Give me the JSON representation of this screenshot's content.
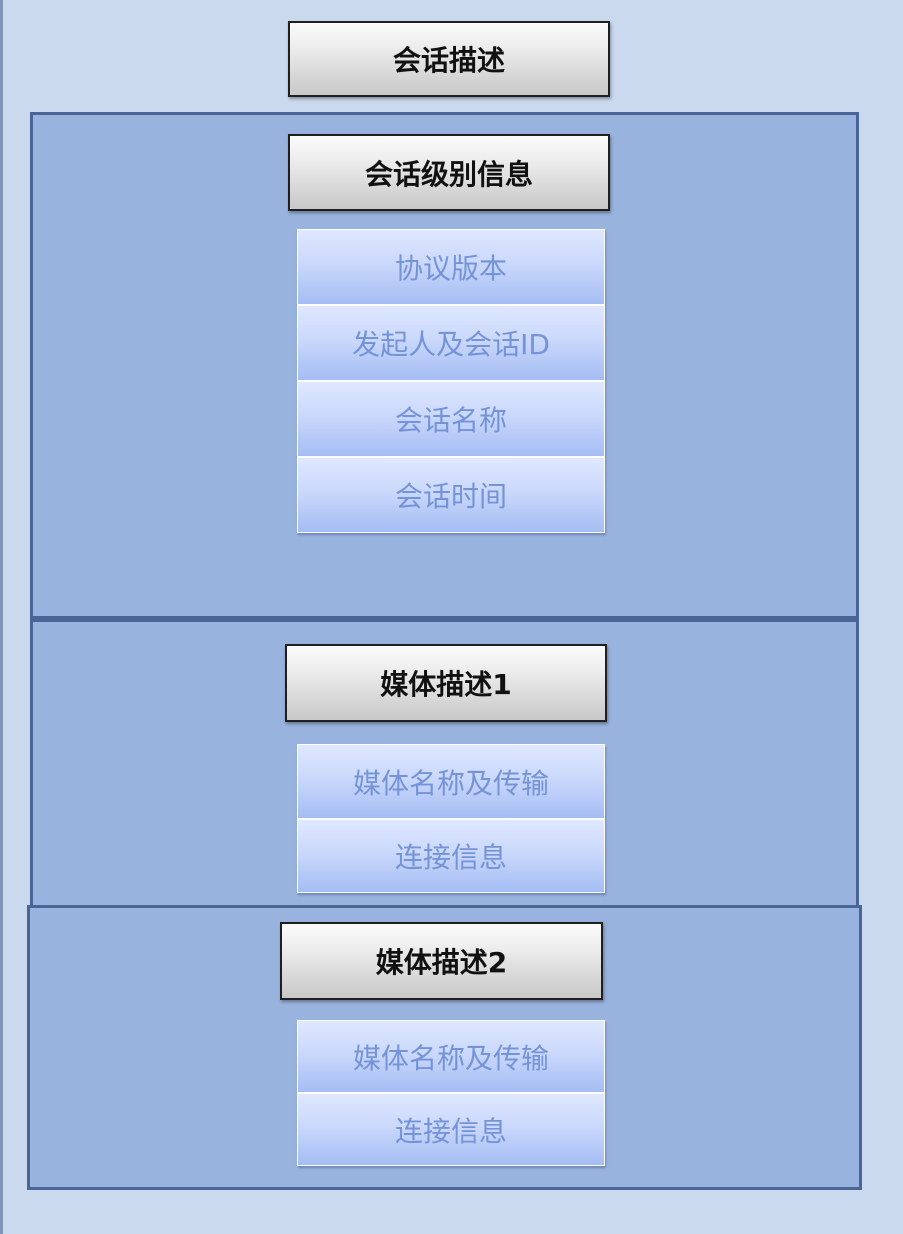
{
  "session_header": "会话描述",
  "session_level": {
    "header": "会话级别信息",
    "fields": [
      "协议版本",
      "发起人及会话ID",
      "会话名称",
      "会话时间"
    ]
  },
  "media1": {
    "header": "媒体描述1",
    "fields": [
      "媒体名称及传输",
      "连接信息"
    ]
  },
  "media2": {
    "header": "媒体描述2",
    "fields": [
      "媒体名称及传输",
      "连接信息"
    ]
  }
}
